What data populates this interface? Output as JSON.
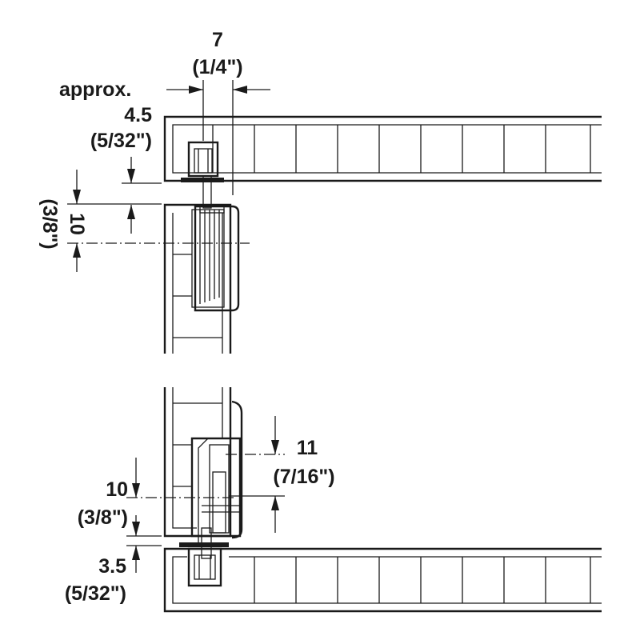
{
  "labels": {
    "top_width_value": "7",
    "top_width_inch": "(1/4\")",
    "approx": "approx.",
    "top_gap_value": "4.5",
    "top_gap_inch": "(5/32\")",
    "top_offset_value": "10",
    "top_offset_inch": "(3/8\")",
    "bottom_right_value": "11",
    "bottom_right_inch": "(7/16\")",
    "bottom_left_value": "10",
    "bottom_left_inch": "(3/8\")",
    "bottom_gap_value": "3.5",
    "bottom_gap_inch": "(5/32\")"
  },
  "colors": {
    "line": "#1a1a1a",
    "background": "#ffffff"
  }
}
